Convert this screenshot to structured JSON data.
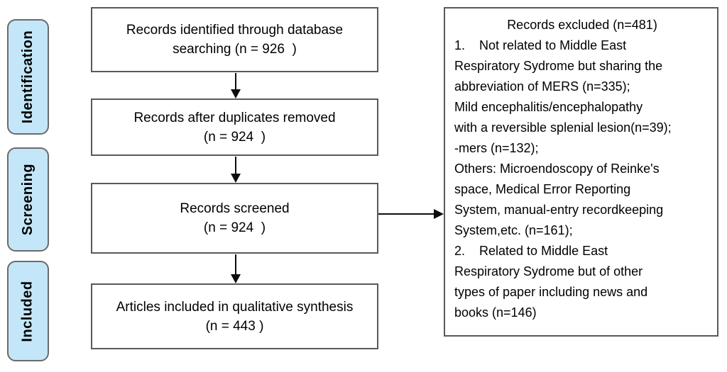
{
  "diagram": {
    "stages": [
      {
        "label": "Identification"
      },
      {
        "label": "Screening"
      },
      {
        "label": "Included"
      }
    ],
    "flow": [
      {
        "line1": "Records identified through database",
        "line2": "searching (n = 926  )"
      },
      {
        "line1": "Records after duplicates removed",
        "line2": "(n = 924  )"
      },
      {
        "line1": "Records screened",
        "line2": "(n = 924  )"
      },
      {
        "line1": "Articles included in qualitative synthesis",
        "line2": "(n = 443 )"
      }
    ],
    "excluded": {
      "title": "Records excluded (n=481)",
      "lines": [
        "1.    Not related to Middle East",
        "Respiratory Sydrome but sharing the",
        "abbreviation of MERS (n=335);",
        "Mild encephalitis/encephalopathy",
        "with a reversible splenial lesion(n=39);",
        "-mers (n=132);",
        "Others: Microendoscopy of Reinke's",
        "space, Medical Error Reporting",
        "System, manual-entry recordkeeping",
        "System,etc. (n=161);",
        "2.    Related to Middle East",
        "Respiratory Sydrome but of other",
        "types of paper including news and",
        "books (n=146)"
      ]
    }
  },
  "colors": {
    "stage_fill": "#c3e7f8",
    "stage_border": "#6a6a6a",
    "box_border": "#595959",
    "arrow": "#0d0d0d",
    "text": "#000000"
  }
}
